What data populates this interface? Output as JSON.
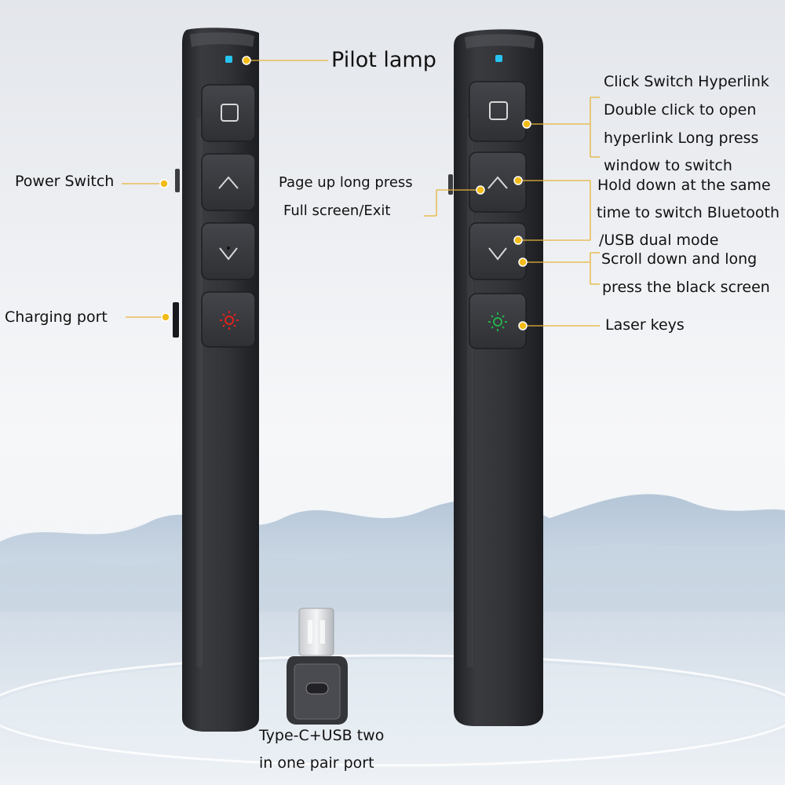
{
  "labels": {
    "pilot_lamp": "Pilot lamp",
    "power_switch": "Power Switch",
    "charging_port": "Charging port",
    "page_up_1": "Page up long press",
    "page_up_2": "Full screen/Exit",
    "click_1": "Click Switch Hyperlink",
    "click_2": "Double click to open",
    "click_3": "hyperlink Long press",
    "click_4": "window to switch",
    "hold_1": "Hold down at the same",
    "hold_2": "time to switch Bluetooth",
    "hold_3": "/USB dual mode",
    "scroll_1": "Scroll down and long",
    "scroll_2": "press the black screen",
    "laser_keys": "Laser keys",
    "typec_1": "Type-C+USB two",
    "typec_2": "in one pair port"
  },
  "colors": {
    "sky_top": "#e6e9ee",
    "sky_bottom": "#f7f8fa",
    "mountain": "#b9cadb",
    "floor": "#dfe6ee",
    "device_body": "#2e2f33",
    "button": "#38393d",
    "indicator": "#27c4ef",
    "laser_red": "#e0221c",
    "laser_green": "#23b04a",
    "callout_dot": "#f2bb18",
    "callout_line": "#e7b43a"
  },
  "icons": [
    "square-icon",
    "chevron-up-icon",
    "chevron-down-icon",
    "laser-icon"
  ]
}
